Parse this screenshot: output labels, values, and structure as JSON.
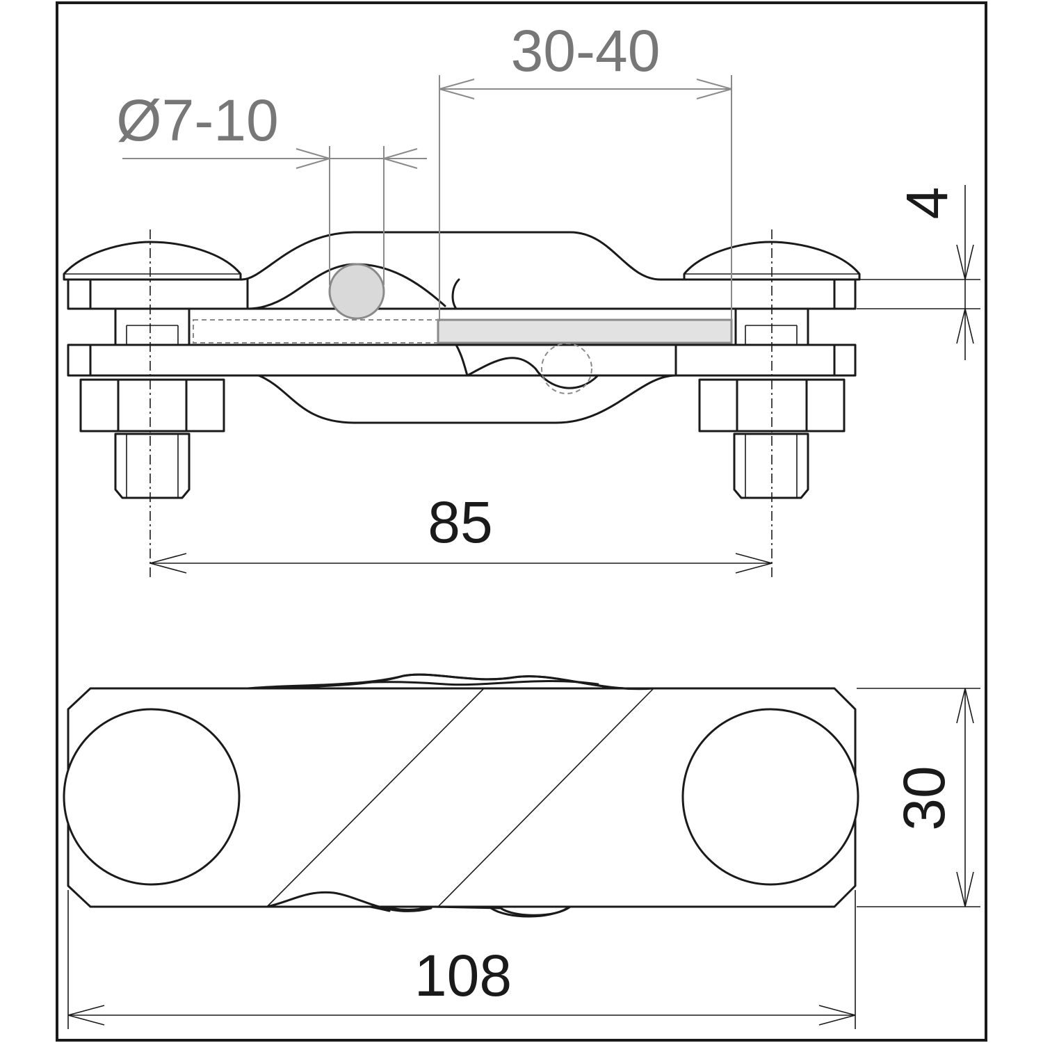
{
  "dimensions": {
    "conductor_diameter": "Ø7-10",
    "strip_width": "30-40",
    "strip_thickness": "4",
    "bolt_spacing": "85",
    "plate_width": "30",
    "plate_length": "108"
  },
  "colors": {
    "line": "#1a1a1a",
    "gray_dimension": "#777777",
    "conductor_fill": "#d9d9d9",
    "strip_fill": "#e2e2e2"
  }
}
